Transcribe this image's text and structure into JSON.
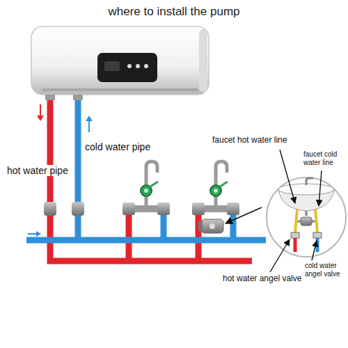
{
  "diagram": {
    "title": "where to install the pump",
    "labels": [
      "hot water pipe",
      "cold water pipe",
      "faucet hot water line",
      "faucet cold water line",
      "hot water angel valve",
      "cold water angel valve"
    ]
  }
}
